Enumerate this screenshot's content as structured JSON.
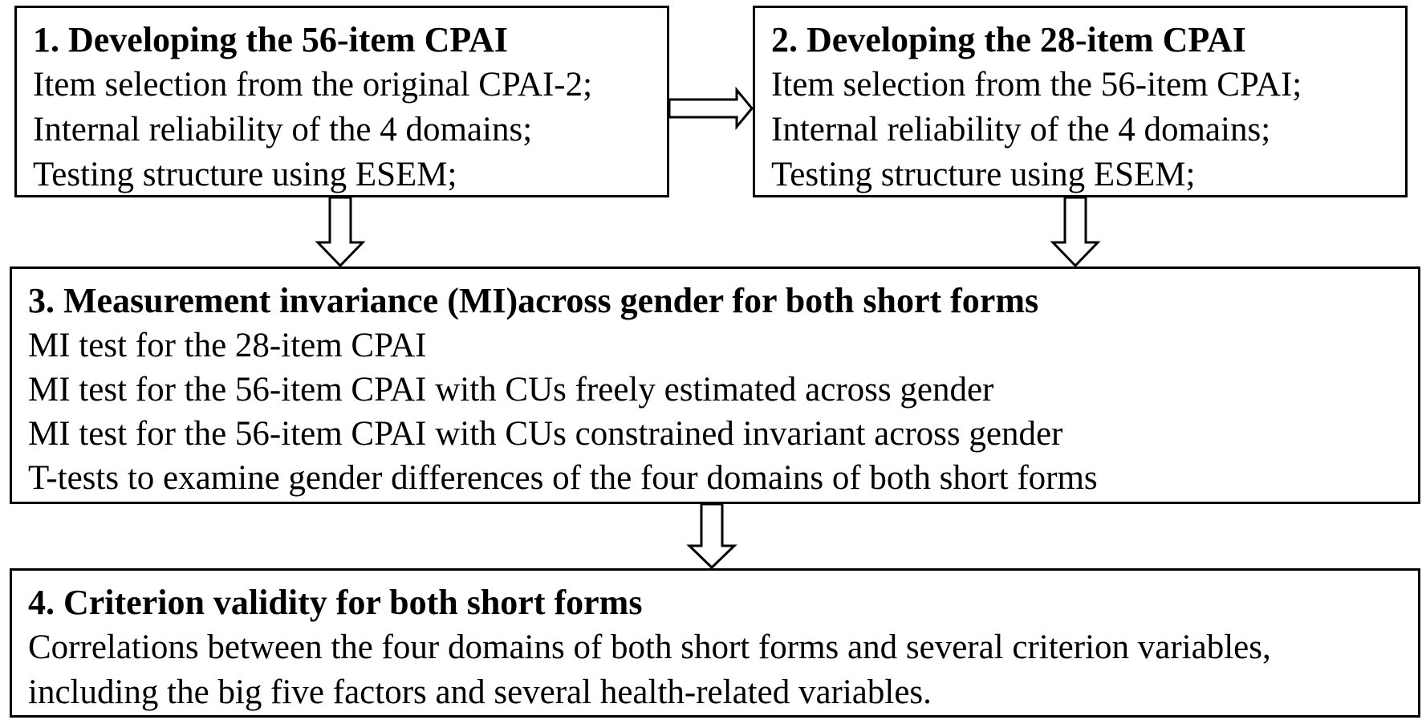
{
  "boxes": [
    {
      "title": "1. Developing the 56-item CPAI",
      "lines": [
        "Item selection from the original CPAI-2;",
        "Internal reliability of the 4 domains;",
        "Testing structure using ESEM;"
      ]
    },
    {
      "title": "2. Developing the 28-item CPAI",
      "lines": [
        "Item selection from the 56-item CPAI;",
        "Internal reliability of the 4 domains;",
        "Testing structure using ESEM;"
      ]
    },
    {
      "title": "3. Measurement invariance (MI)across gender for both short forms",
      "lines": [
        "MI test for the 28-item CPAI",
        "MI test for the 56-item CPAI with CUs freely estimated across gender",
        "MI test for the 56-item CPAI with CUs constrained invariant across gender",
        "T-tests to examine gender differences of the four domains of both short forms"
      ]
    },
    {
      "title": "4. Criterion validity for both short forms",
      "lines": [
        "Correlations between the four domains of both short forms and several criterion variables,",
        "including the big five factors and several health-related variables."
      ]
    }
  ]
}
